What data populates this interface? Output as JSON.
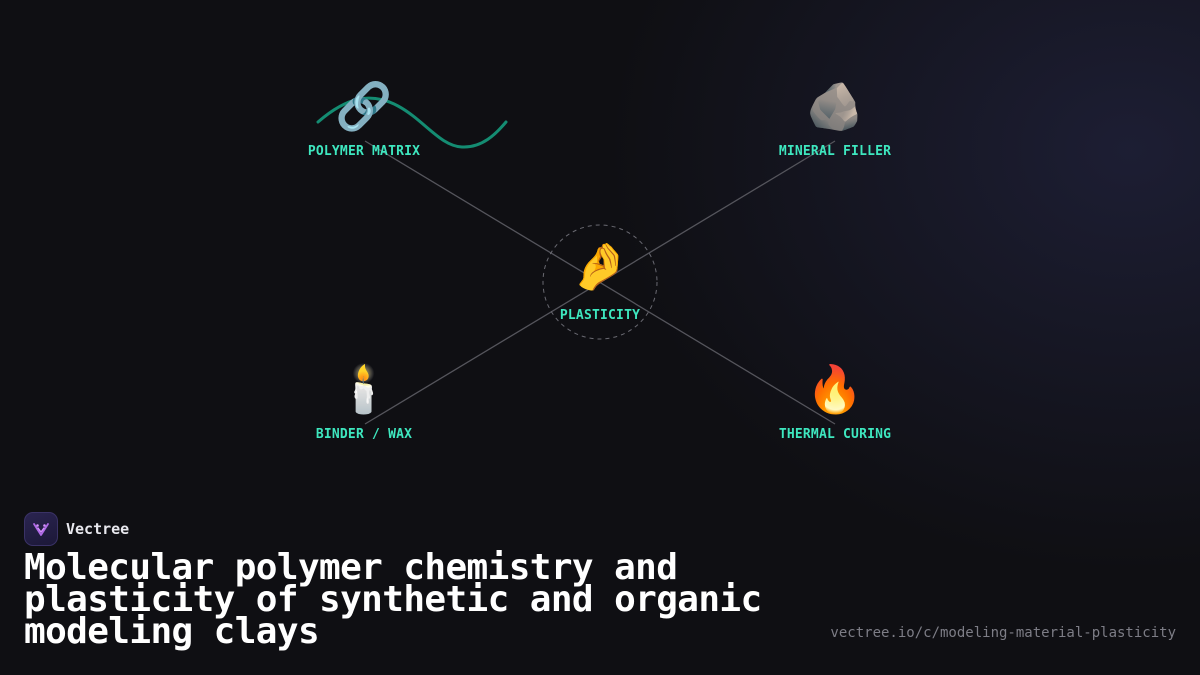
{
  "diagram": {
    "center": {
      "label": "PLASTICITY",
      "icon": "pinching-hand-icon",
      "emoji": "🤌"
    },
    "nodes": [
      {
        "label": "POLYMER MATRIX",
        "icon": "link-icon",
        "emoji": "🔗"
      },
      {
        "label": "MINERAL FILLER",
        "icon": "rock-icon",
        "emoji": "🪨"
      },
      {
        "label": "BINDER / WAX",
        "icon": "candle-icon",
        "emoji": "🕯️"
      },
      {
        "label": "THERMAL CURING",
        "icon": "fire-icon",
        "emoji": "🔥"
      }
    ],
    "colors": {
      "label": "#3ee7bf",
      "wave": "#148c72",
      "connector": "#55555c"
    }
  },
  "brand": {
    "name": "Vectree",
    "icon": "vectree-logo-icon"
  },
  "title": "Molecular polymer chemistry and plasticity of synthetic and organic modeling clays",
  "url": "vectree.io/c/modeling-material-plasticity"
}
